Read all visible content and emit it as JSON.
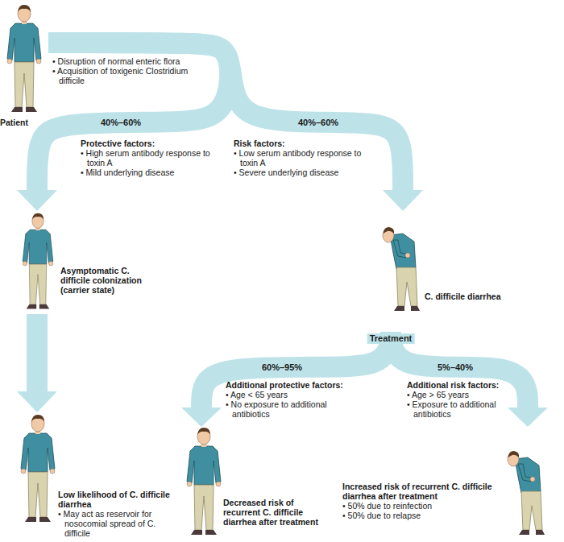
{
  "diagram": {
    "nodes": [
      {
        "text": [
          "Patient",
          "• Disruption of normal enteric flora",
          "• Acquisition of toxigenic Clostridium difficile"
        ]
      },
      {
        "text": [
          "Asymptomatic C. difficile colonization (carrier state)"
        ]
      },
      {
        "text": [
          "C. difficile diarrhea"
        ]
      },
      {
        "text": [
          "Low likelihood of C. difficile diarrhea",
          "• May act as reservoir for nosocomial spread of C. difficile"
        ]
      },
      {
        "text": [
          "Decreased risk of recurrent C. difficile diarrhea after treatment"
        ]
      },
      {
        "text": [
          "Increased risk of recurrent C. difficile diarrhea after treatment",
          "• 50% due to reinfection",
          "• 50% due to relapse"
        ]
      }
    ],
    "edges": [
      {
        "from": 0,
        "to": 1,
        "label": "40%–60%",
        "arrow": "to"
      },
      {
        "from": 0,
        "to": 2,
        "label": "40%–60%",
        "arrow": "to"
      },
      {
        "from": 1,
        "to": 3,
        "arrow": "to"
      },
      {
        "from": 2,
        "to": 4,
        "label": "60%–95%",
        "arrow": "to"
      },
      {
        "from": 2,
        "to": 5,
        "label": "5%–40%",
        "arrow": "to"
      }
    ],
    "labels": [
      "Protective factors:",
      "• High serum antibody response to toxin A",
      "• Mild underlying disease",
      "Risk factors:",
      "• Low serum antibody response to toxin A",
      "• Severe underlying disease",
      "Treatment",
      "Additional protective factors:",
      "• Age < 65 years",
      "• No exposure to additional antibiotics",
      "Additional risk factors:",
      "• Age > 65 years",
      "• Exposure to additional antibiotics"
    ]
  }
}
